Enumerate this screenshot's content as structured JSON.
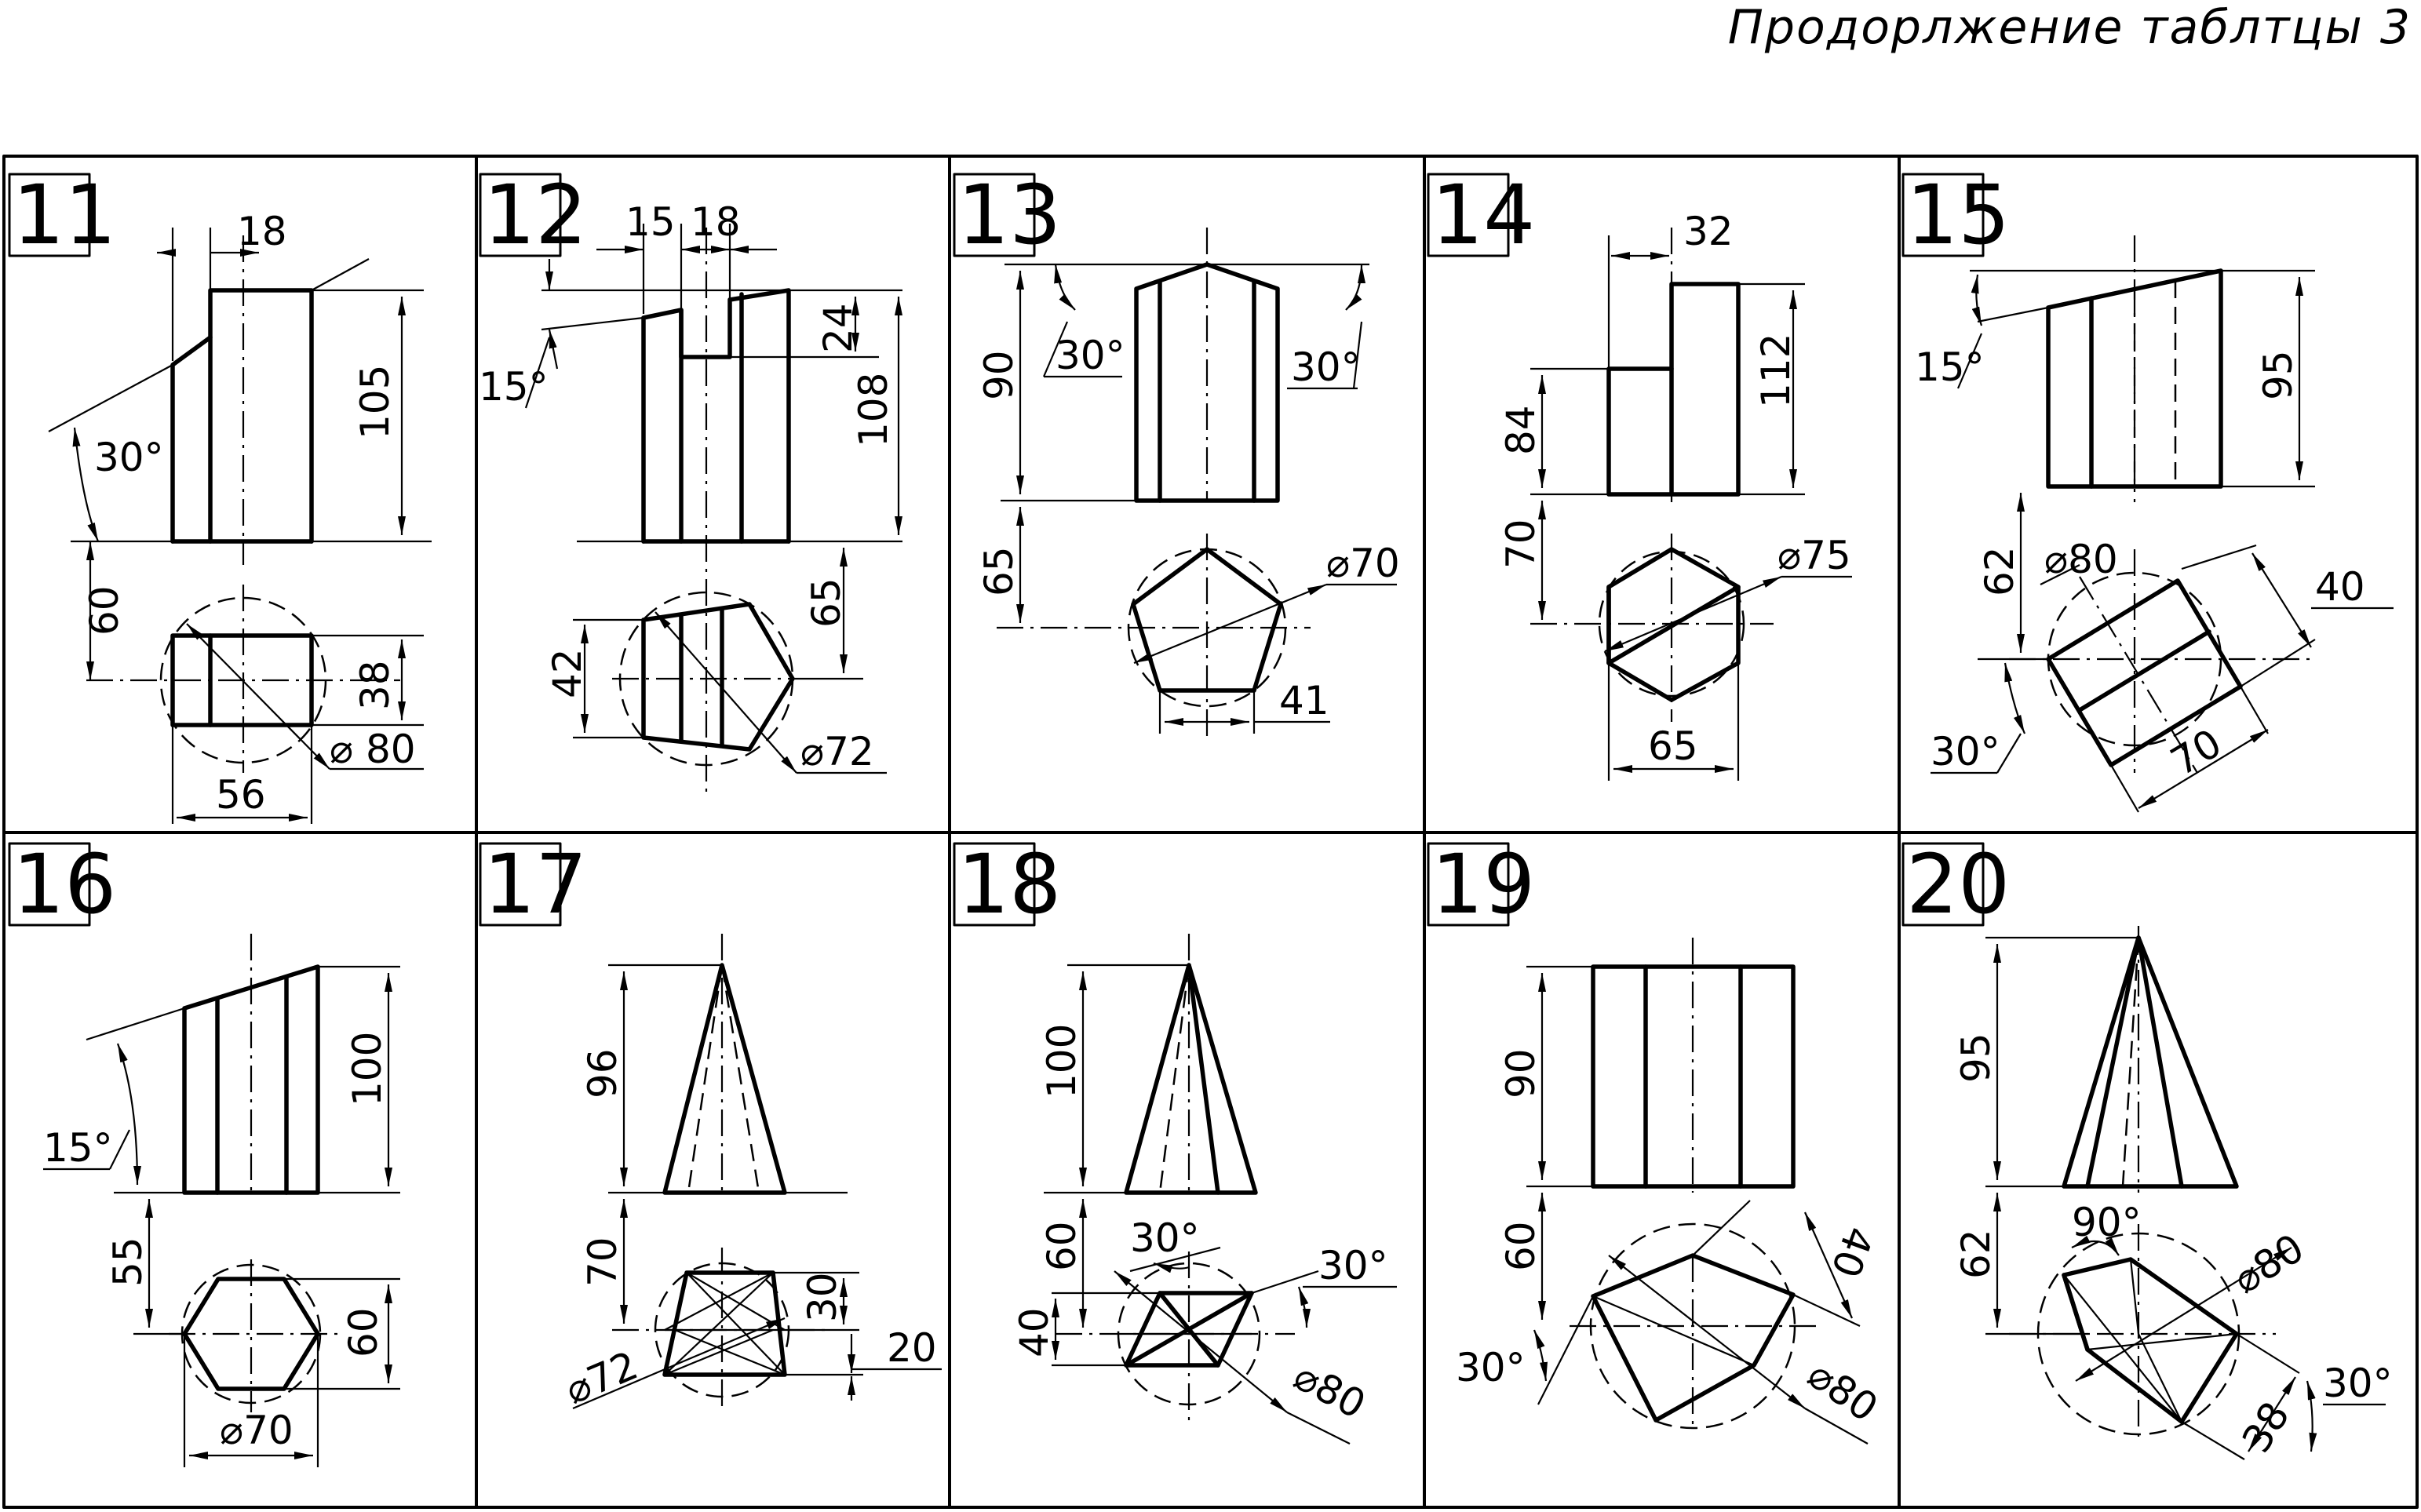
{
  "header": {
    "title": "Продорлжение таблтцы 3"
  },
  "variants": [
    {
      "number": "11",
      "dims": [
        "18",
        "30°",
        "105",
        "60",
        "38",
        "⌀ 80",
        "56"
      ]
    },
    {
      "number": "12",
      "dims": [
        "15",
        "18",
        "24",
        "108",
        "15°",
        "42",
        "65",
        "⌀72"
      ]
    },
    {
      "number": "13",
      "dims": [
        "90",
        "30°",
        "30°",
        "65",
        "⌀70",
        "41"
      ]
    },
    {
      "number": "14",
      "dims": [
        "32",
        "112",
        "84",
        "70",
        "⌀75",
        "65"
      ]
    },
    {
      "number": "15",
      "dims": [
        "15°",
        "95",
        "62",
        "⌀80",
        "40",
        "30°",
        "70"
      ]
    },
    {
      "number": "16",
      "dims": [
        "15°",
        "100",
        "55",
        "60",
        "⌀70"
      ]
    },
    {
      "number": "17",
      "dims": [
        "96",
        "70",
        "30",
        "20",
        "⌀72"
      ]
    },
    {
      "number": "18",
      "dims": [
        "100",
        "60",
        "30°",
        "30°",
        "40",
        "⌀80"
      ]
    },
    {
      "number": "19",
      "dims": [
        "90",
        "60",
        "30°",
        "40",
        "⌀80"
      ]
    },
    {
      "number": "20",
      "dims": [
        "95",
        "62",
        "90°",
        "⌀80",
        "38",
        "30°"
      ]
    }
  ]
}
